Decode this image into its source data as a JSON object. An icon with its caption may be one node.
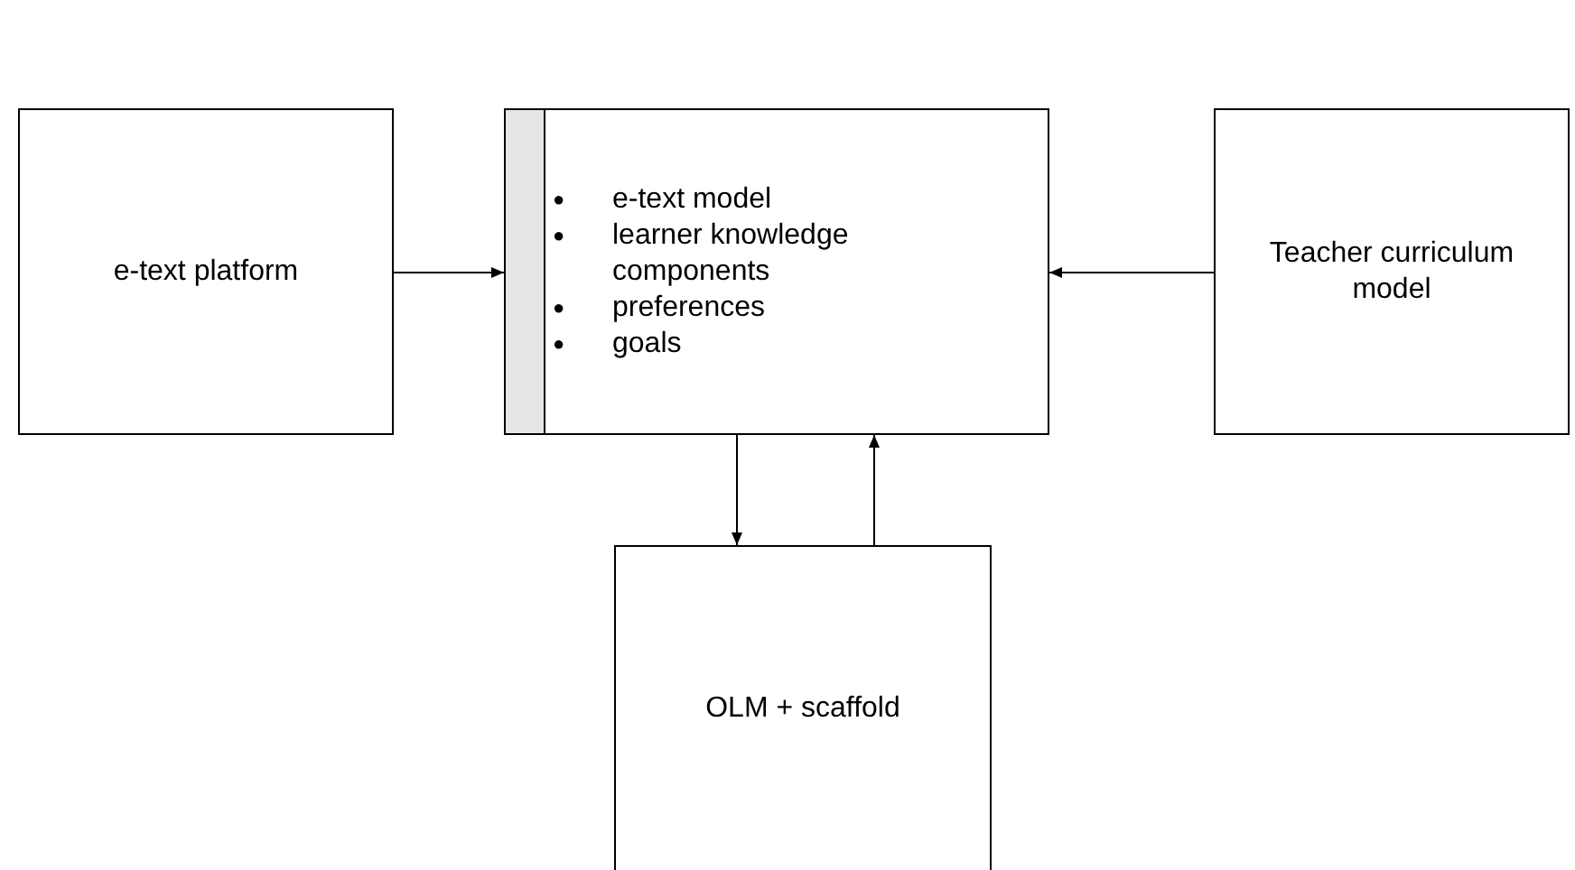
{
  "diagram": {
    "nodes": [
      {
        "text": [
          "e-text platform"
        ]
      },
      {
        "text": [
          "e-text model",
          "learner knowledge components",
          "preferences",
          "goals"
        ]
      },
      {
        "text": [
          "Teacher curriculum model"
        ]
      },
      {
        "text": [
          "OLM + scaffold"
        ]
      }
    ],
    "edges": [
      {
        "from": 0,
        "to": 1,
        "arrow": "to"
      },
      {
        "from": 2,
        "to": 1,
        "arrow": "to"
      },
      {
        "from": 1,
        "to": 3,
        "arrow": "to"
      },
      {
        "from": 3,
        "to": 1,
        "arrow": "to"
      }
    ],
    "labels": [
      "●",
      "●",
      "●",
      "●"
    ]
  }
}
